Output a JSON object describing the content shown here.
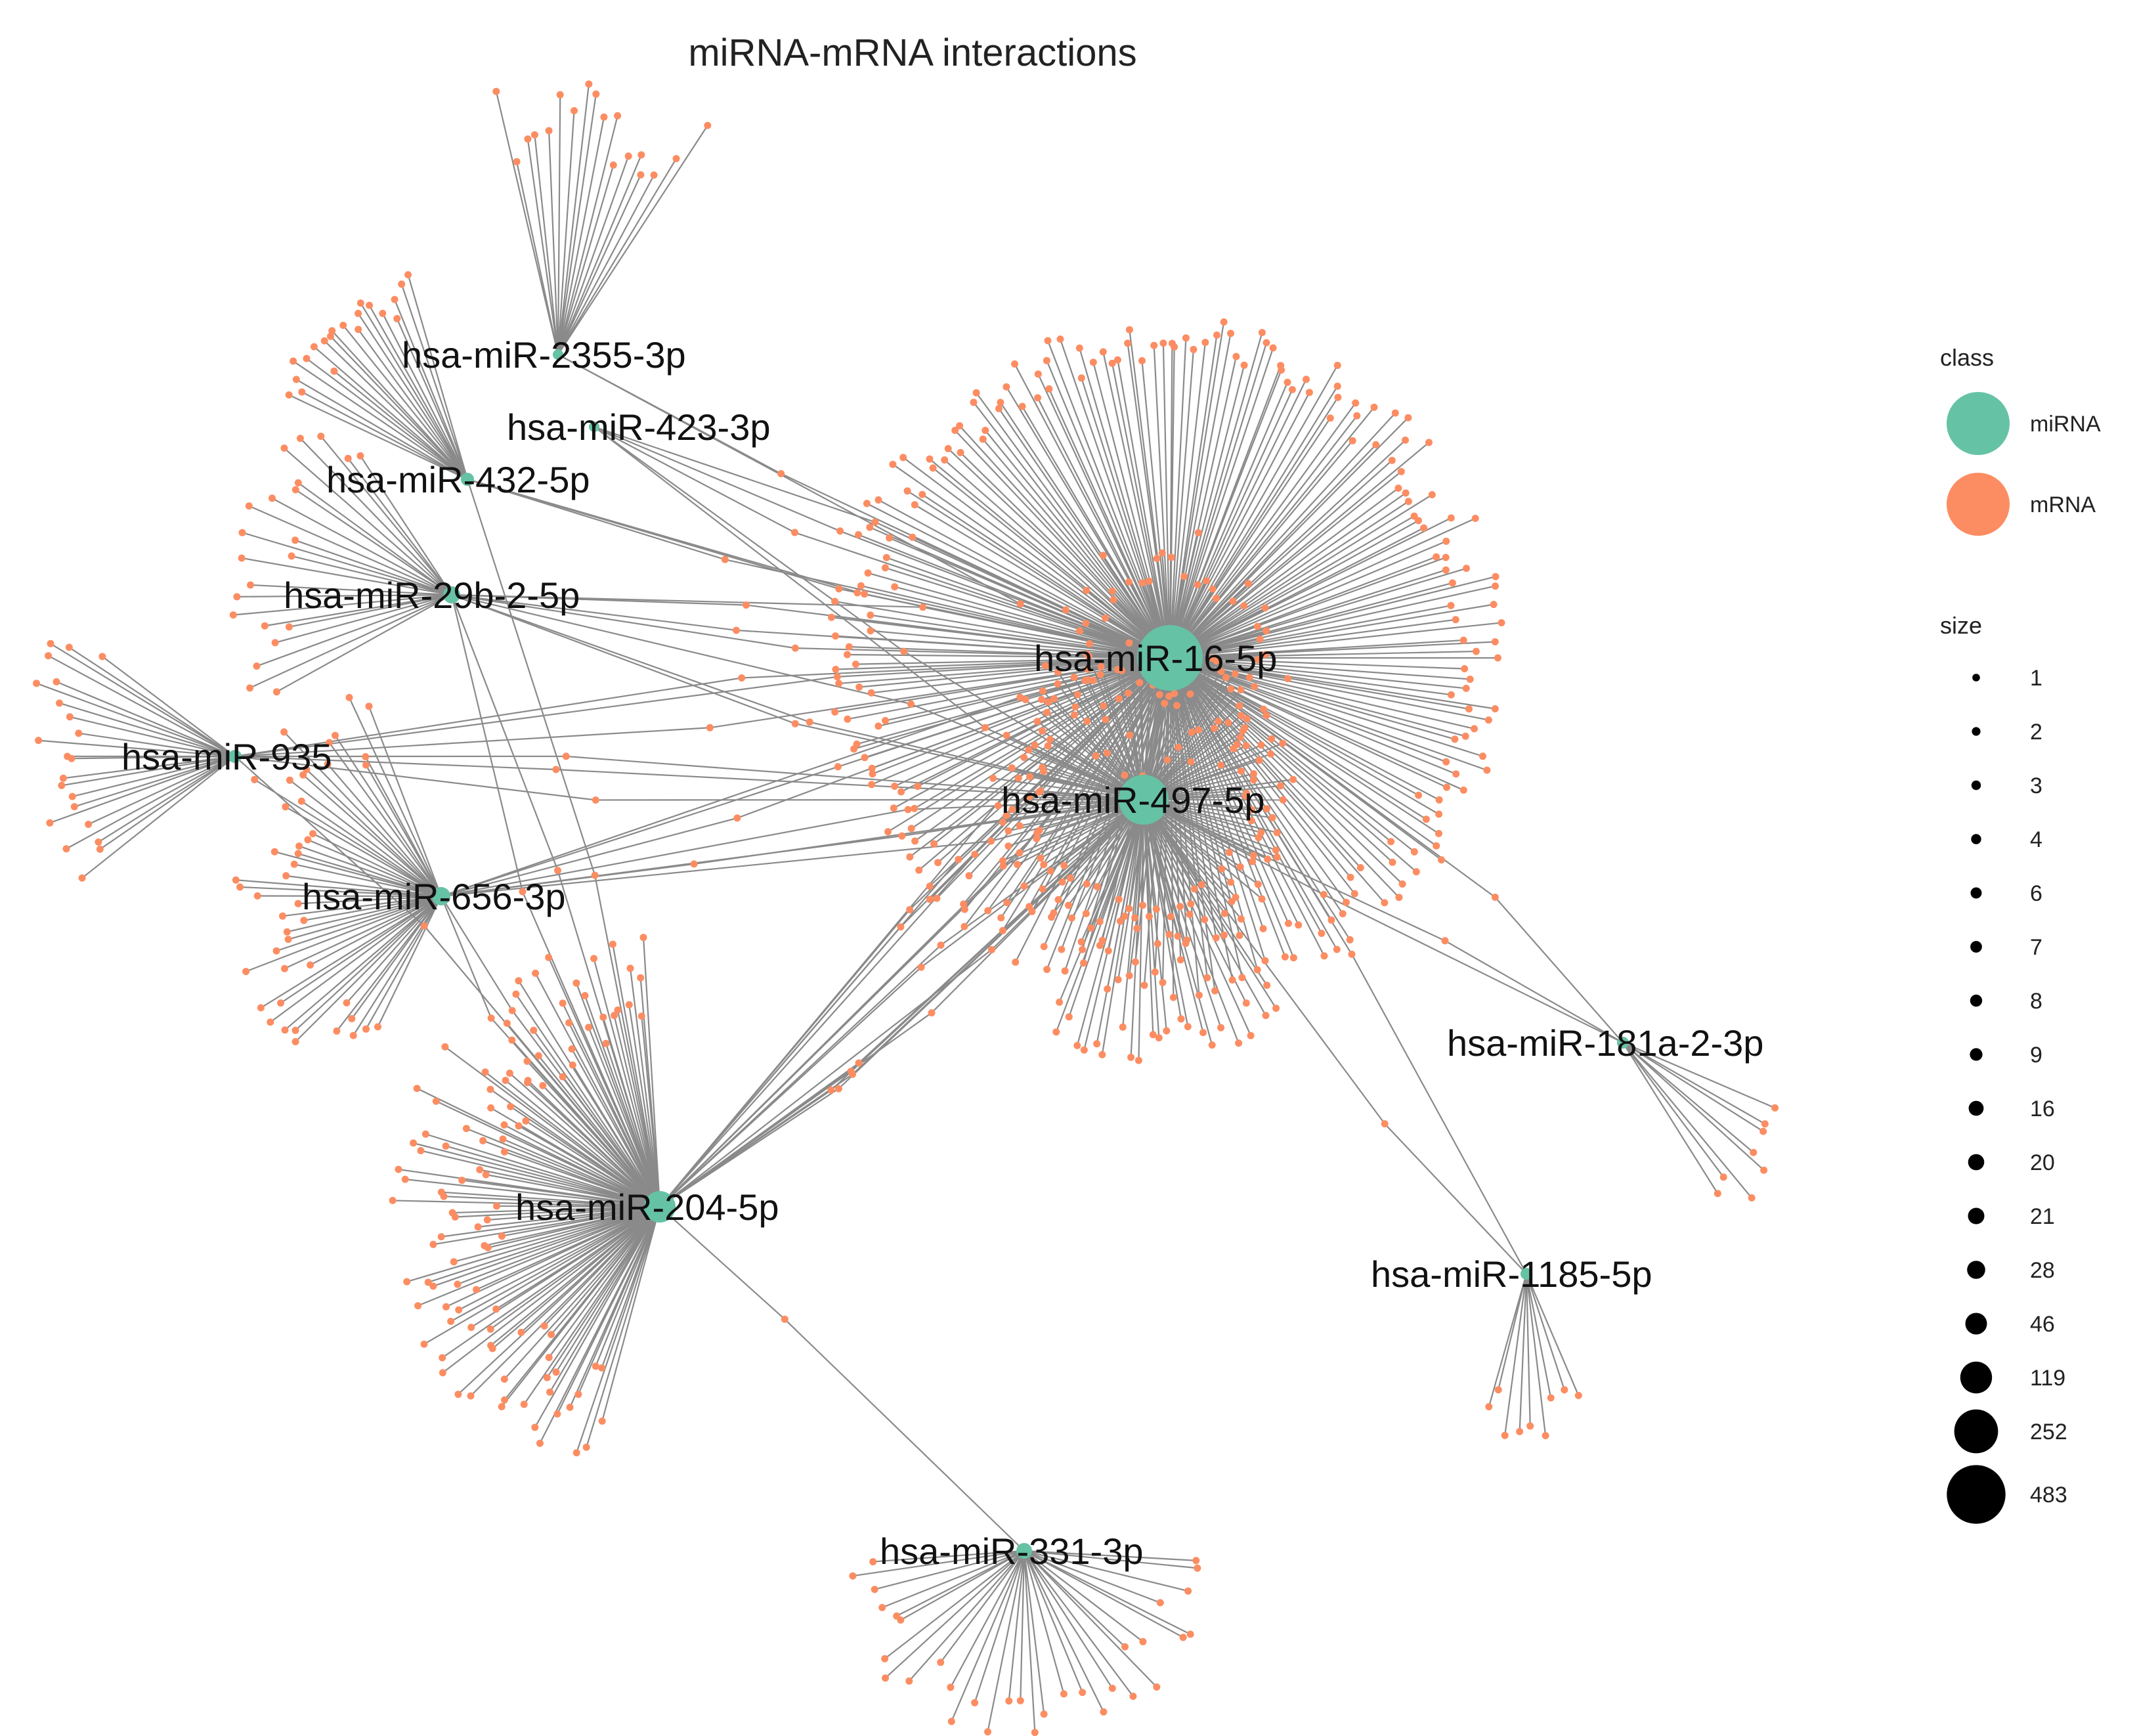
{
  "title": "miRNA-mRNA interactions",
  "colors": {
    "miRNA": "#66c2a5",
    "mRNA": "#fc8d62",
    "edge": "#8a8a8a",
    "background": "#ffffff"
  },
  "legend": {
    "class_title": "class",
    "class_items": [
      {
        "label": "miRNA",
        "color": "#66c2a5"
      },
      {
        "label": "mRNA",
        "color": "#fc8d62"
      }
    ],
    "size_title": "size",
    "size_items": [
      "1",
      "2",
      "3",
      "4",
      "6",
      "7",
      "8",
      "9",
      "16",
      "20",
      "21",
      "28",
      "46",
      "119",
      "252",
      "483"
    ]
  },
  "network": {
    "mirnas": [
      {
        "id": "hsa-miR-16-5p",
        "label": "hsa-miR-16-5p"
      },
      {
        "id": "hsa-miR-497-5p",
        "label": "hsa-miR-497-5p"
      },
      {
        "id": "hsa-miR-204-5p",
        "label": "hsa-miR-204-5p"
      },
      {
        "id": "hsa-miR-656-3p",
        "label": "hsa-miR-656-3p"
      },
      {
        "id": "hsa-miR-935",
        "label": "hsa-miR-935"
      },
      {
        "id": "hsa-miR-29b-2-5p",
        "label": "hsa-miR-29b-2-5p"
      },
      {
        "id": "hsa-miR-432-5p",
        "label": "hsa-miR-432-5p"
      },
      {
        "id": "hsa-miR-423-3p",
        "label": "hsa-miR-423-3p"
      },
      {
        "id": "hsa-miR-2355-3p",
        "label": "hsa-miR-2355-3p"
      },
      {
        "id": "hsa-miR-181a-2-3p",
        "label": "hsa-miR-181a-2-3p"
      },
      {
        "id": "hsa-miR-1185-5p",
        "label": "hsa-miR-1185-5p"
      },
      {
        "id": "hsa-miR-331-3p",
        "label": "hsa-miR-331-3p"
      }
    ]
  }
}
